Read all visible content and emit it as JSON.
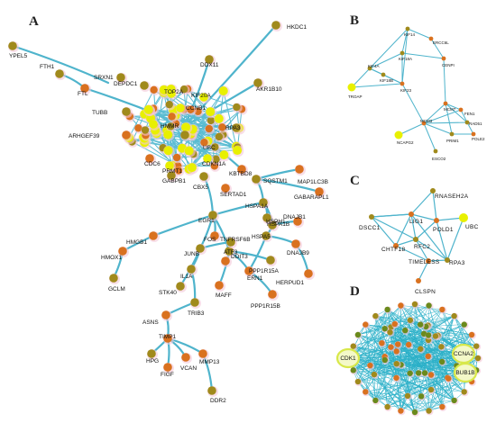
{
  "panels": {
    "A": {
      "label": "A"
    },
    "B": {
      "label": "B"
    },
    "C": {
      "label": "C"
    },
    "D": {
      "label": "D"
    }
  },
  "colors": {
    "edge": "#4fb4cc",
    "node_orange": "#d9711f",
    "node_olive": "#a08a1c",
    "node_yellow": "#e8f000",
    "hub_fill": "#f4f9c8",
    "halo": "#f4c8d8"
  },
  "panelA": {
    "labels": [
      "HKDC1",
      "YPEL5",
      "FTH1",
      "FTL",
      "DDX11",
      "AKR1B10",
      "SRXN1",
      "DEPDC1",
      "TUBB",
      "ARHGEF39",
      "GABPB1",
      "CBX5",
      "SERTAD1",
      "KBTBD8",
      "RPA3",
      "SQSTM1",
      "MAP1LC3B",
      "GABARAPL1",
      "HSPA1A",
      "DNAJB1",
      "HSPA1B",
      "HSPA5",
      "DNAJB9",
      "HERPUD1",
      "EGR1",
      "HMGB1",
      "HMOX1",
      "GCLM",
      "JUNB",
      "ATF3",
      "DDIT3",
      "TNFRSF6B",
      "IL1A",
      "ERN1",
      "PPP1R15A",
      "MAFF",
      "PPP1R15B",
      "STK40",
      "TRIB3",
      "ASNS",
      "TIMP1",
      "HPG",
      "FIGF",
      "VCAN",
      "MMP13",
      "DDR2",
      "HSPH1",
      "UBC",
      "CDKN1A",
      "PRMT1",
      "HMMR",
      "CCNB1",
      "KIF20A",
      "TOP2A",
      "FOS",
      "CDC6"
    ]
  },
  "panelB": {
    "labels": [
      "KIF14",
      "ERCC6L",
      "KIF18A",
      "CENPI",
      "KIF4A",
      "KIF23",
      "KIF18B",
      "TROAP",
      "NCAPG2",
      "MCM3",
      "ESCO2",
      "POLE2",
      "PRIM1",
      "FEN1",
      "RAD51",
      "MCM7"
    ]
  },
  "panelC": {
    "labels": [
      "RNASEH2A",
      "LIG1",
      "DSCC1",
      "POLD1",
      "UBC",
      "CHTF18",
      "RFC2",
      "TIMELESS",
      "RPA3",
      "CLSPN"
    ]
  },
  "panelD": {
    "hubs": [
      "CDK1",
      "CCNA2",
      "BUB1B"
    ]
  }
}
